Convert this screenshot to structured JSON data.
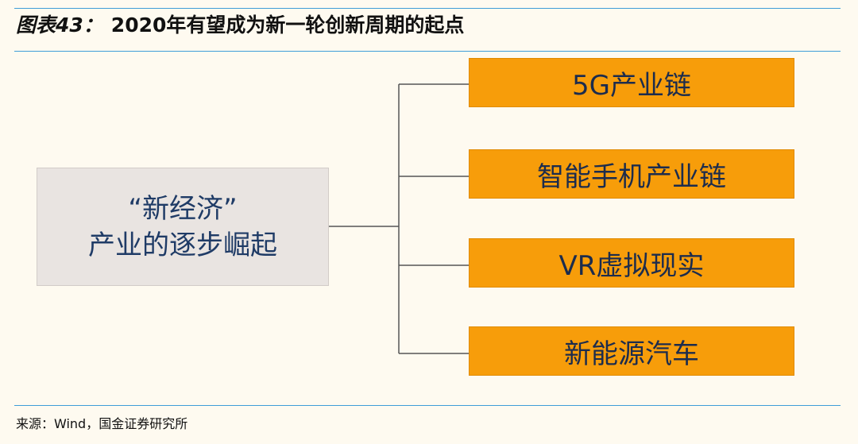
{
  "figure": {
    "label": "图表43：",
    "title": "2020年有望成为新一轮创新周期的起点"
  },
  "diagram": {
    "root": {
      "line1": "“新经济”",
      "line2": "产业的逐步崛起"
    },
    "branches": [
      {
        "label": "5G产业链"
      },
      {
        "label": "智能手机产业链"
      },
      {
        "label": "VR虚拟现实"
      },
      {
        "label": "新能源汽车"
      }
    ]
  },
  "source": {
    "text": "来源：Wind，国金证券研究所"
  },
  "colors": {
    "background": "#fefaf0",
    "rule": "#3f9dd8",
    "branch_fill": "#f79d0a",
    "root_fill": "#e9e4e1",
    "connector": "#555555"
  }
}
